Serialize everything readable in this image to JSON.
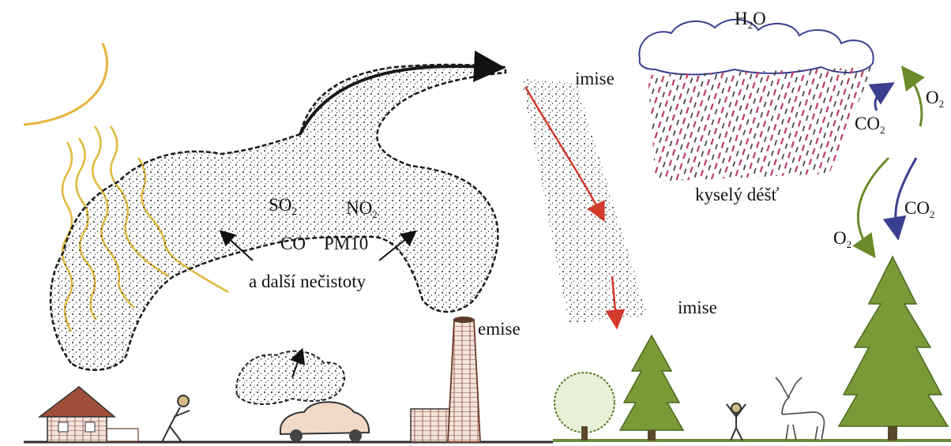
{
  "labels": {
    "so2": {
      "base": "SO",
      "sub": "2"
    },
    "no2": {
      "base": "NO",
      "sub": "2"
    },
    "co": "CO",
    "pm10": "PM10",
    "other_pollutants": "a další nečistoty",
    "emise": "emise",
    "imise_top": "imise",
    "imise_bottom": "imise",
    "h2o": {
      "base": "H",
      "sub": "2",
      "tail": "O"
    },
    "acid_rain": "kyselý déšť",
    "co2_up": {
      "base": "CO",
      "sub": "2"
    },
    "o2_up": {
      "base": "O",
      "sub": "2"
    },
    "co2_down": {
      "base": "CO",
      "sub": "2"
    },
    "o2_down": {
      "base": "O",
      "sub": "2"
    }
  },
  "colors": {
    "sun": "#e8b43a",
    "sun_rays": "#e2b83c",
    "smog": "#1a1a1a",
    "imise_arrow": "#d33a2c",
    "acid_rain": "#c0395a",
    "co2_arrow": "#3b3f8f",
    "o2_arrow": "#6b8a2a",
    "tree": "#5a7a28",
    "chimney": "#8a4a3a",
    "ground": "#6f8a3a"
  },
  "icons": [
    "moon-sun-icon",
    "sun-ray-icon",
    "smog-cloud-icon",
    "rain-cloud-icon",
    "house-icon",
    "person-icon",
    "car-icon",
    "factory-icon",
    "deciduous-tree-icon",
    "conifer-tree-icon",
    "deer-icon"
  ]
}
